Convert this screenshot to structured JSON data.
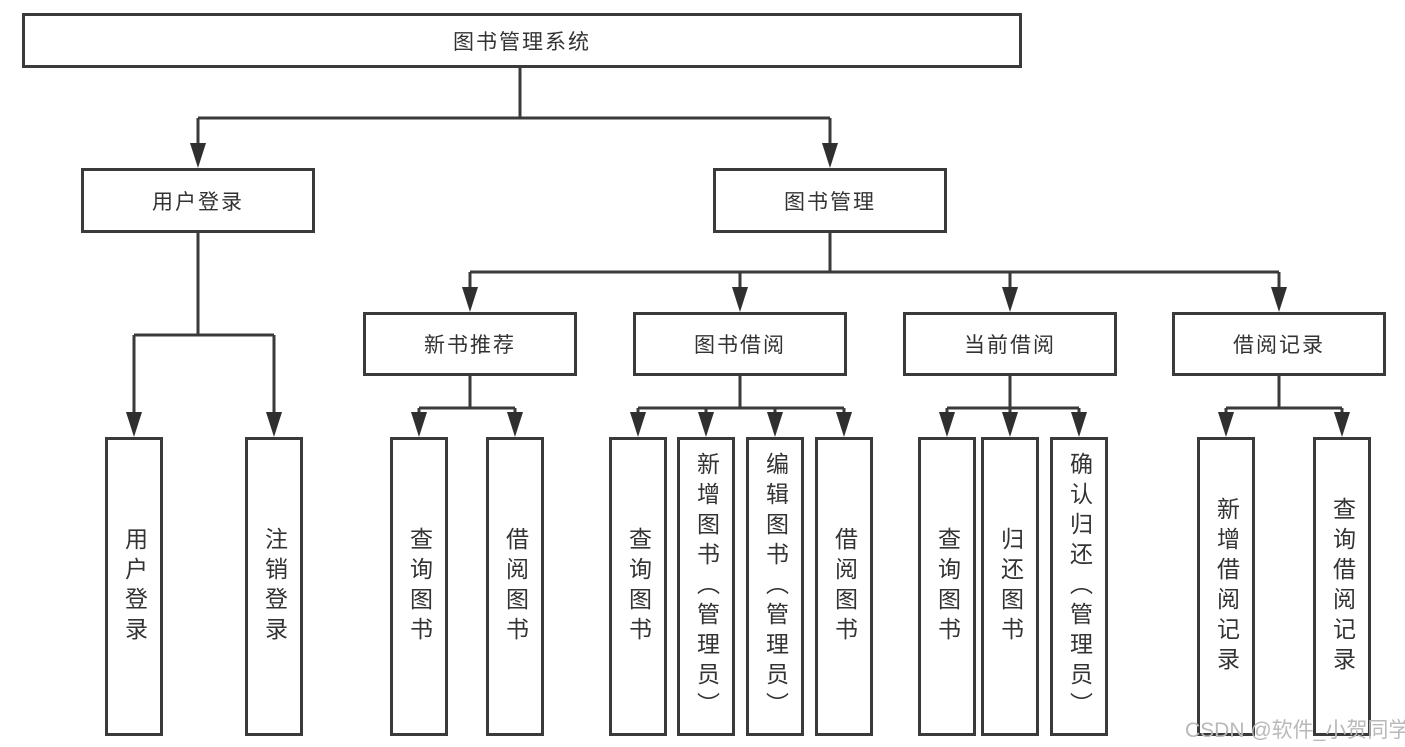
{
  "colors": {
    "line": "#3a3a3a",
    "text": "#333333",
    "watermark": "#b9b9b9",
    "background": "#ffffff"
  },
  "watermark": {
    "text": "CSDN @软件_小贺同学"
  },
  "tree": {
    "root": {
      "label": "图书管理系统"
    },
    "children": [
      {
        "label": "用户登录",
        "children": [
          {
            "label": "用户登录"
          },
          {
            "label": "注销登录"
          }
        ]
      },
      {
        "label": "图书管理",
        "children": [
          {
            "label": "新书推荐",
            "children": [
              {
                "label": "查询图书"
              },
              {
                "label": "借阅图书"
              }
            ]
          },
          {
            "label": "图书借阅",
            "children": [
              {
                "label": "查询图书"
              },
              {
                "label": "新增图书（管理员）"
              },
              {
                "label": "编辑图书（管理员）"
              },
              {
                "label": "借阅图书"
              }
            ]
          },
          {
            "label": "当前借阅",
            "children": [
              {
                "label": "查询图书"
              },
              {
                "label": "归还图书"
              },
              {
                "label": "确认归还（管理员）"
              }
            ]
          },
          {
            "label": "借阅记录",
            "children": [
              {
                "label": "新增借阅记录"
              },
              {
                "label": "查询借阅记录"
              }
            ]
          }
        ]
      }
    ]
  }
}
